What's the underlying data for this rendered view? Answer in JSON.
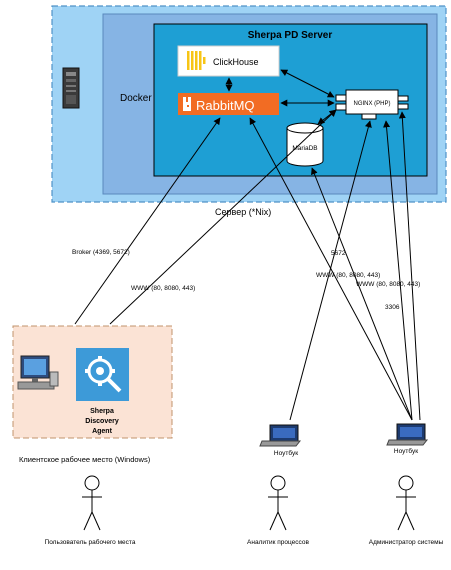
{
  "server": {
    "title": "Sherpa PD Server",
    "docker_label": "Docker",
    "host_label": "Сервер (*Nix)"
  },
  "components": {
    "clickhouse": "ClickHouse",
    "rabbitmq": "RabbitMQ",
    "nginx": "NGINX (PHP)",
    "mariadb": "MariaDB"
  },
  "client": {
    "agent_lines": [
      "Sherpa",
      "Discovery",
      "Agent"
    ],
    "workstation_label": "Клиентское рабочее место (Windows)"
  },
  "laptops": {
    "left_label": "Ноутбук",
    "right_label": "Ноутбук"
  },
  "connections": {
    "broker": "Broker (4369, 5672)",
    "www_agent": "WWW (80, 8080, 443)",
    "port_5672": "5672",
    "www_analyst": "WWW (80, 8080, 443)",
    "www_admin": "WWW (80, 8080, 443)",
    "port_3306": "3306"
  },
  "actors": {
    "user": "Пользователь рабочего места",
    "analyst": "Аналитик процессов",
    "admin": "Администратор системы"
  },
  "colors": {
    "outer_box": "#9fd3f5",
    "docker_box": "#86b4e4",
    "sherpa_box": "#1e9fd4",
    "rabbit_orange": "#f26c23",
    "clickhouse_yellow": "#f7c515",
    "client_box": "#fbe3d5",
    "agent_tile": "#3d9ad8"
  }
}
